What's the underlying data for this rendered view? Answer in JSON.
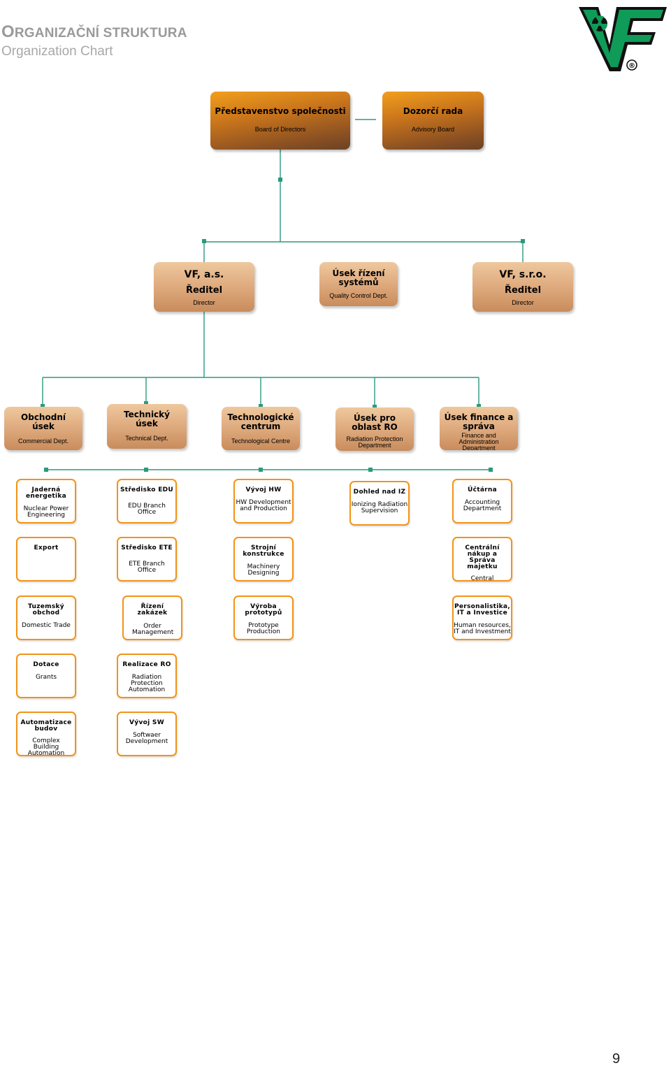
{
  "header": {
    "title_initial": "O",
    "title_rest": "RGANIZAČNÍ STRUKTURA",
    "subtitle": "Organization Chart"
  },
  "logo": {
    "text": "VF",
    "registered_mark": "®",
    "green": "#0f9b58",
    "black": "#111111"
  },
  "colors": {
    "connector": "#2a9a7d",
    "box_border_orange": "#f29318",
    "top_box_orange": "#f29f1c",
    "top_box_brown": "#6b4226",
    "tan": "#dca77a"
  },
  "level1": [
    {
      "title": "Představenstvo společnosti",
      "subtitle": "Board of Directors"
    },
    {
      "title": "Dozorčí rada",
      "subtitle": "Advisory Board"
    }
  ],
  "level2": [
    {
      "title": "VF, a.s.",
      "title2": "Ředitel",
      "subtitle": "Director"
    },
    {
      "title": "Úsek řízení systémů",
      "subtitle": "Quality Control Dept."
    },
    {
      "title": "VF, s.r.o.",
      "title2": "Ředitel",
      "subtitle": "Director"
    }
  ],
  "level3": [
    {
      "title": "Obchodní úsek",
      "subtitle": "Commercial Dept."
    },
    {
      "title": "Technický úsek",
      "subtitle": "Technical Dept."
    },
    {
      "title": "Technologické centrum",
      "subtitle": "Technological Centre"
    },
    {
      "title": "Úsek pro oblast RO",
      "subtitle": "Radiation Protection Department"
    },
    {
      "title": "Úsek finance a správa",
      "subtitle": "Finance and Administration Department"
    }
  ],
  "units": {
    "col1": [
      {
        "title": "Jaderná energetika",
        "subtitle": "Nuclear Power Engineering"
      },
      {
        "title": "Export",
        "subtitle": ""
      },
      {
        "title": "Tuzemský obchod",
        "subtitle": "Domestic Trade"
      },
      {
        "title": "Dotace",
        "subtitle": "Grants"
      },
      {
        "title": "Automatizace budov",
        "subtitle": "Complex Building Automation"
      }
    ],
    "col2": [
      {
        "title": "Středisko EDU",
        "subtitle": "EDU Branch Office"
      },
      {
        "title": "Středisko ETE",
        "subtitle": "ETE Branch Office"
      },
      {
        "title": "Řízení zakázek",
        "subtitle": "Order Management"
      },
      {
        "title": "Realizace RO",
        "subtitle": "Radiation Protection Automation"
      },
      {
        "title": "Vývoj SW",
        "subtitle": "Softwaer Development"
      }
    ],
    "col3": [
      {
        "title": "Vývoj HW",
        "subtitle": "HW Development and Production"
      },
      {
        "title": "Strojní konstrukce",
        "subtitle": "Machinery Designing"
      },
      {
        "title": "Výroba prototypů",
        "subtitle": "Prototype Production"
      }
    ],
    "col4": [
      {
        "title": "Dohled nad IZ",
        "subtitle": "Ionizing Radiation Supervision"
      }
    ],
    "col5": [
      {
        "title": "Účtárna",
        "subtitle": "Accounting Department"
      },
      {
        "title": "Centrální nákup a Správa majetku",
        "subtitle": "Central Purchase and Trust"
      },
      {
        "title": "Personalistika, IT a Investice",
        "subtitle": "Human resources, IT and Investment"
      }
    ]
  },
  "page_number": "9"
}
